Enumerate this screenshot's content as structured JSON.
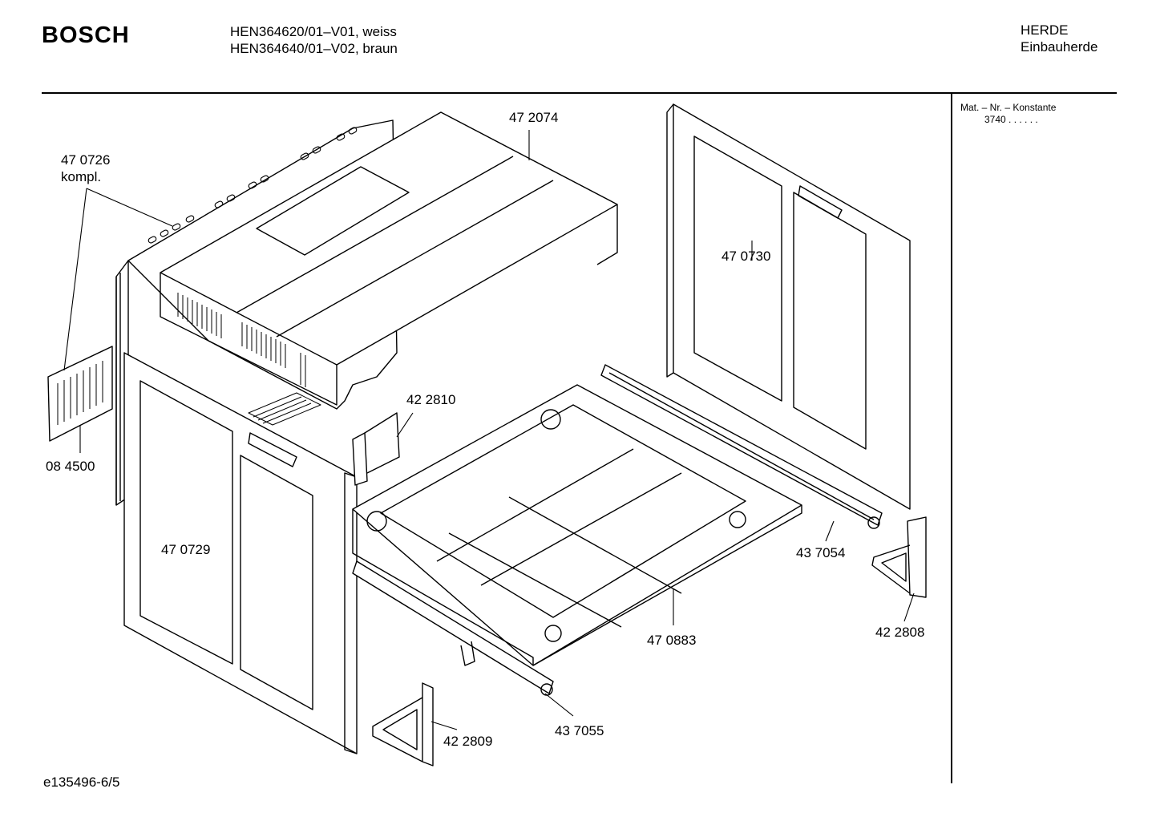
{
  "header": {
    "brand": "BOSCH",
    "models": [
      "HEN364620/01–V01, weiss",
      "HEN364640/01–V02, braun"
    ],
    "category": [
      "HERDE",
      "Einbauherde"
    ]
  },
  "sidebar": {
    "mat_label": "Mat. – Nr. – Konstante",
    "mat_value": "3740  .  .    .  .  .  ."
  },
  "footer": {
    "doc_id": "e135496-6/5"
  },
  "parts": [
    {
      "id": "47 2074",
      "name": "top-cover-panel"
    },
    {
      "id": "47 0726",
      "sub": "kompl.",
      "name": "rear-fan-housing"
    },
    {
      "id": "47 0730",
      "name": "right-side-panel"
    },
    {
      "id": "08 4500",
      "name": "rear-vent-grille"
    },
    {
      "id": "42 2810",
      "name": "top-bracket"
    },
    {
      "id": "47 0729",
      "name": "left-side-panel"
    },
    {
      "id": "43 7054",
      "name": "right-rail"
    },
    {
      "id": "42 2808",
      "name": "right-corner-bracket"
    },
    {
      "id": "47 0883",
      "name": "bottom-frame"
    },
    {
      "id": "43 7055",
      "name": "left-rail"
    },
    {
      "id": "42 2809",
      "name": "left-corner-bracket"
    }
  ]
}
